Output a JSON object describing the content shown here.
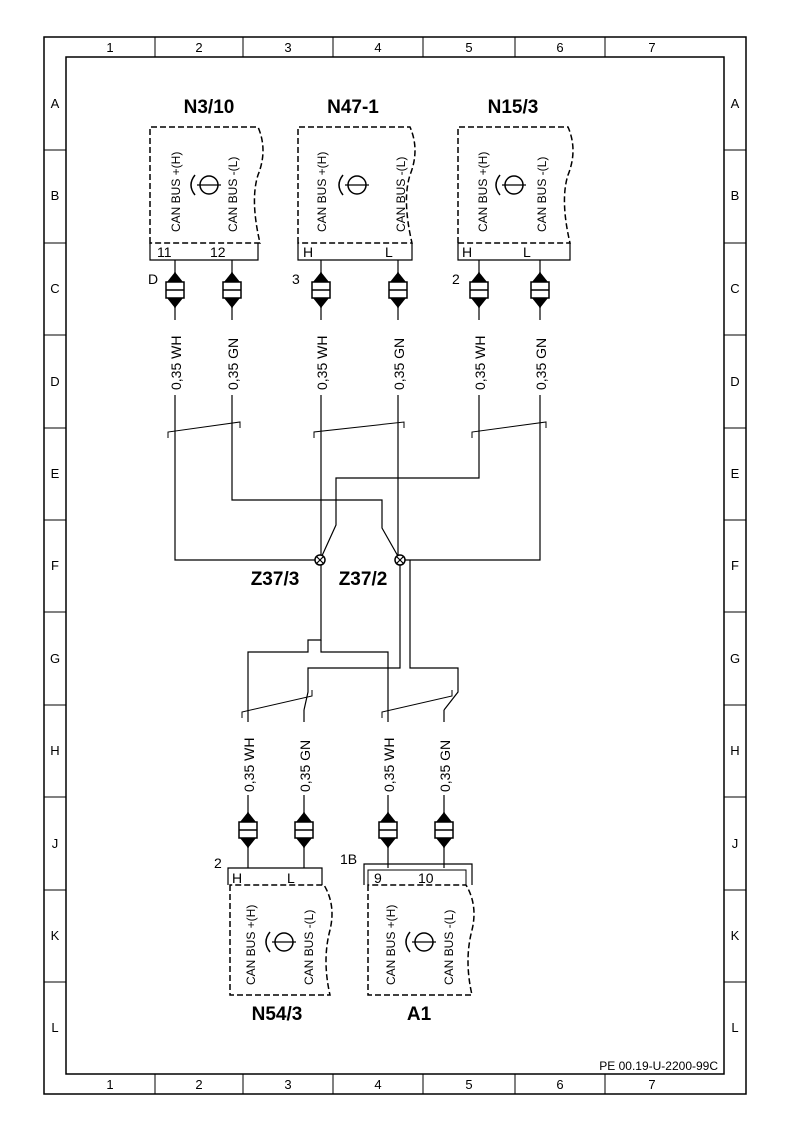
{
  "grid": {
    "columns": [
      "1",
      "2",
      "3",
      "4",
      "5",
      "6",
      "7"
    ],
    "rows": [
      "A",
      "B",
      "C",
      "D",
      "E",
      "F",
      "G",
      "H",
      "J",
      "K",
      "L"
    ]
  },
  "doc_number": "PE 00.19-U-2200-99C",
  "bus": {
    "high": "CAN BUS +(H)",
    "low": "CAN BUS -(L)"
  },
  "units": [
    {
      "name": "N3/10",
      "pin_high": "11",
      "pin_low": "12",
      "connector": "D"
    },
    {
      "name": "N47-1",
      "pin_high": "H",
      "pin_low": "L",
      "connector": "3"
    },
    {
      "name": "N15/3",
      "pin_high": "H",
      "pin_low": "L",
      "connector": "2"
    },
    {
      "name": "N54/3",
      "pin_high": "H",
      "pin_low": "L",
      "connector": "2"
    },
    {
      "name": "A1",
      "pin_high": "9",
      "pin_low": "10",
      "connector": "1B"
    }
  ],
  "wires": {
    "high": "0,35 WH",
    "low": "0,35 GN"
  },
  "splices": [
    "Z37/3",
    "Z37/2"
  ]
}
